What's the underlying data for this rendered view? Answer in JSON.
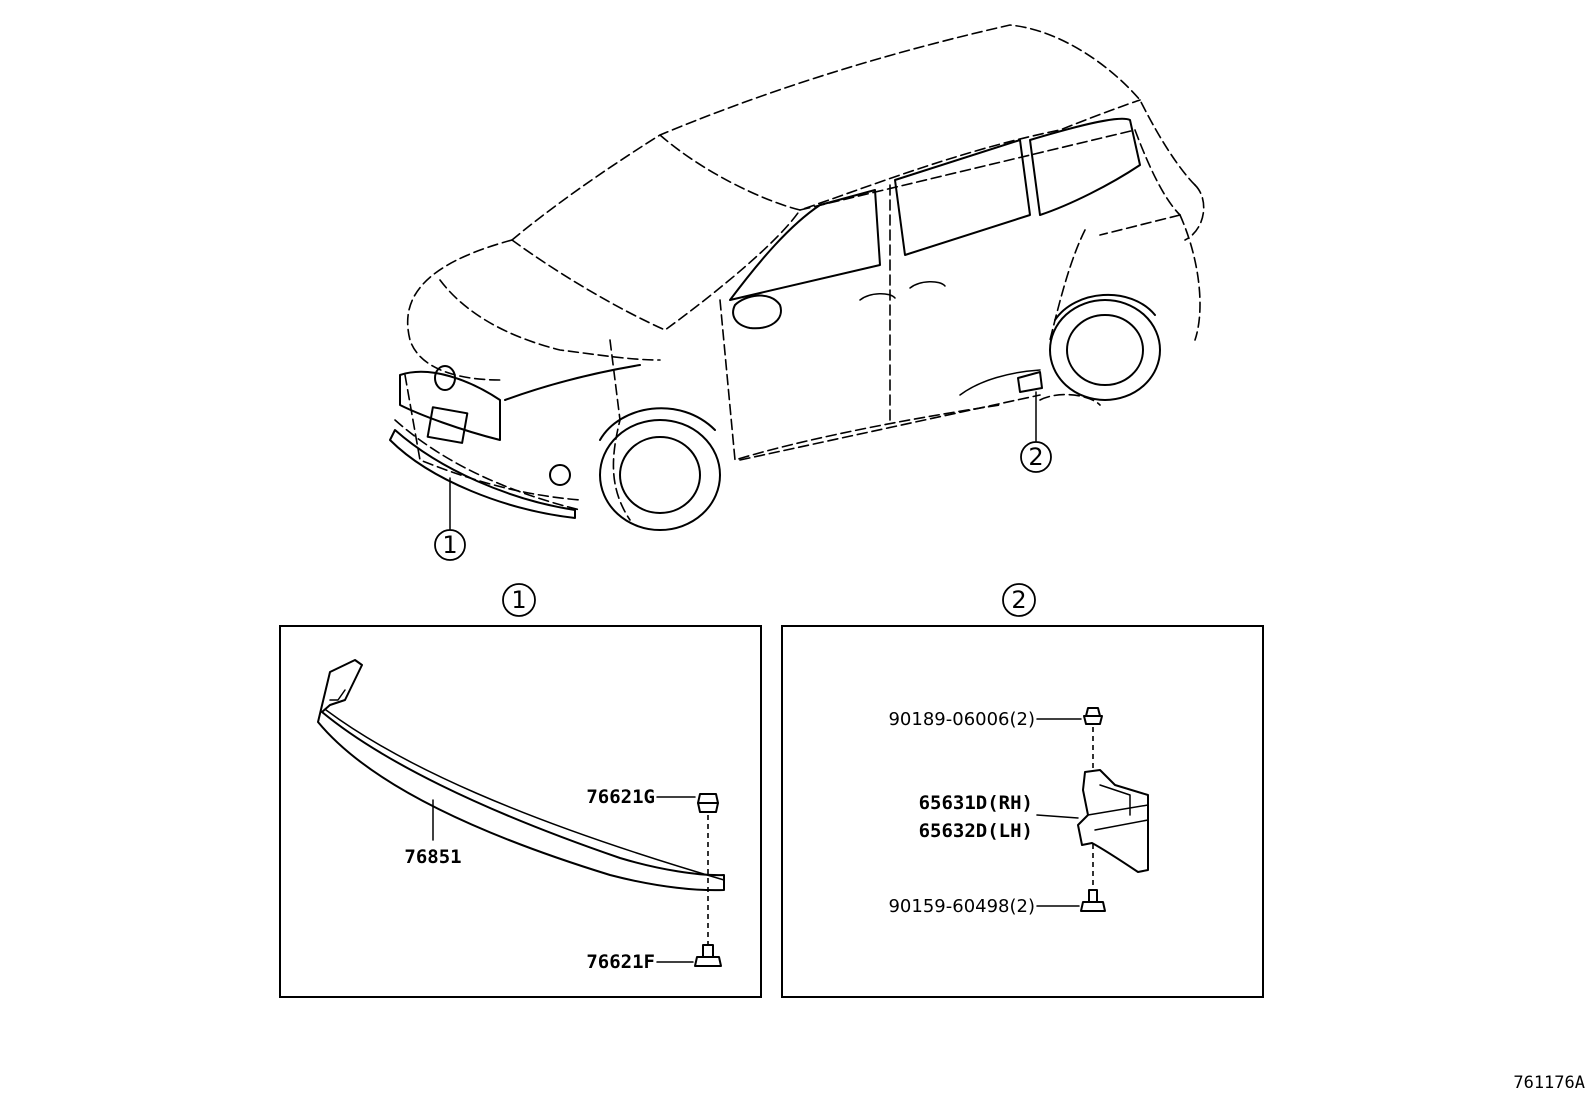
{
  "callouts": {
    "c1": "1",
    "c2": "2"
  },
  "panel_1": {
    "label": "1",
    "parts": {
      "spoiler": "76851",
      "clip_g": "76621G",
      "clip_f": "76621F"
    }
  },
  "panel_2": {
    "label": "2",
    "parts": {
      "grommet": "90189-06006(2)",
      "bracket_rh": "65631D(RH)",
      "bracket_lh": "65632D(LH)",
      "screw": "90159-60498(2)"
    }
  },
  "diagram_code": "761176A"
}
